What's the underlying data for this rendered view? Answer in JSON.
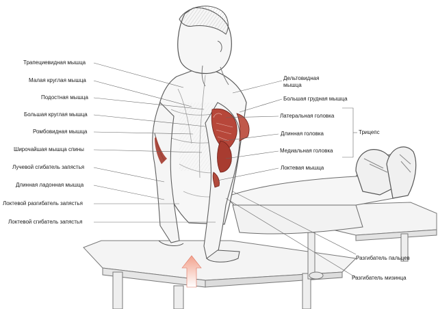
{
  "labels_left": [
    "Трапециевидная мышца",
    "Малая круглая мышца",
    "Подостная мышца",
    "Большая круглая мышца",
    "Ромбовидная мышца",
    "Широчайшая мышца спины",
    "Лучевой сгибатель запястья",
    "Длинная ладонная мышца",
    "Локтевой разгибатель запястья",
    "Локтевой сгибатель запястья"
  ],
  "labels_right": {
    "deltoid": "Дельтовидная мышца",
    "pectoral": "Большая грудная мышца",
    "lateral_head": "Латеральная головка",
    "long_head": "Длинная головка",
    "medial_head": "Медиальная головка",
    "triceps": "Трицепс",
    "anconeus": "Локтевая мышца",
    "ext_digitorum": "Разгибатель пальцев",
    "ext_digiti_minimi": "Разгибатель мизинца"
  },
  "colors": {
    "muscle_red": "#b7473a",
    "arrow_red": "#e0705a",
    "line": "#666666"
  }
}
